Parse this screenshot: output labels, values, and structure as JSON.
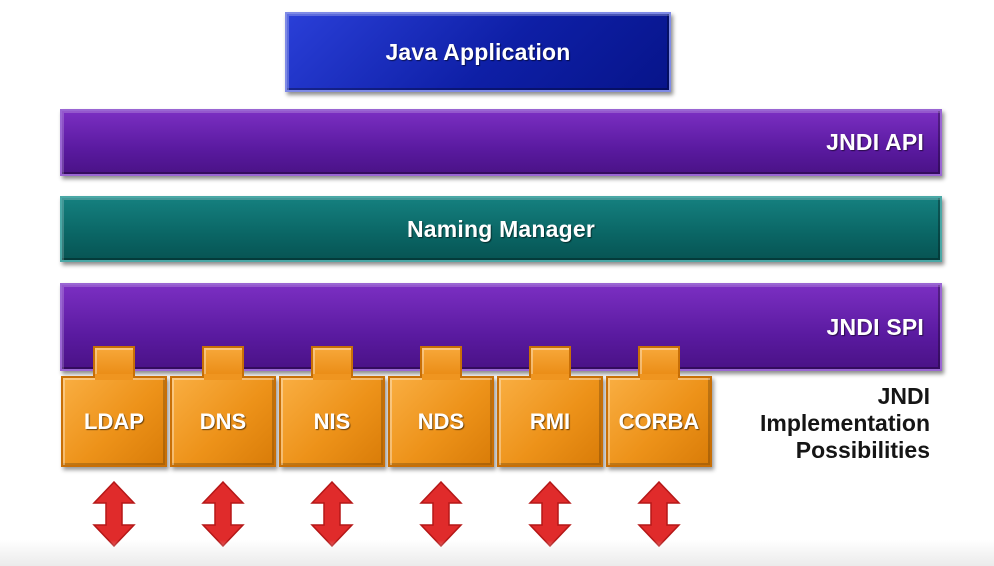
{
  "diagram": {
    "java_application": "Java Application",
    "jndi_api": "JNDI API",
    "naming_manager": "Naming Manager",
    "jndi_spi": "JNDI SPI",
    "implementations": [
      "LDAP",
      "DNS",
      "NIS",
      "NDS",
      "RMI",
      "CORBA"
    ],
    "caption_lines": [
      "JNDI",
      "Implementation",
      "Possibilities"
    ]
  },
  "colors": {
    "java_application": "#0e1fa6",
    "jndi_layer": "#5a1aa0",
    "naming_manager": "#0a6564",
    "implementation": "#ed9219",
    "arrow": "#e02b2b"
  }
}
